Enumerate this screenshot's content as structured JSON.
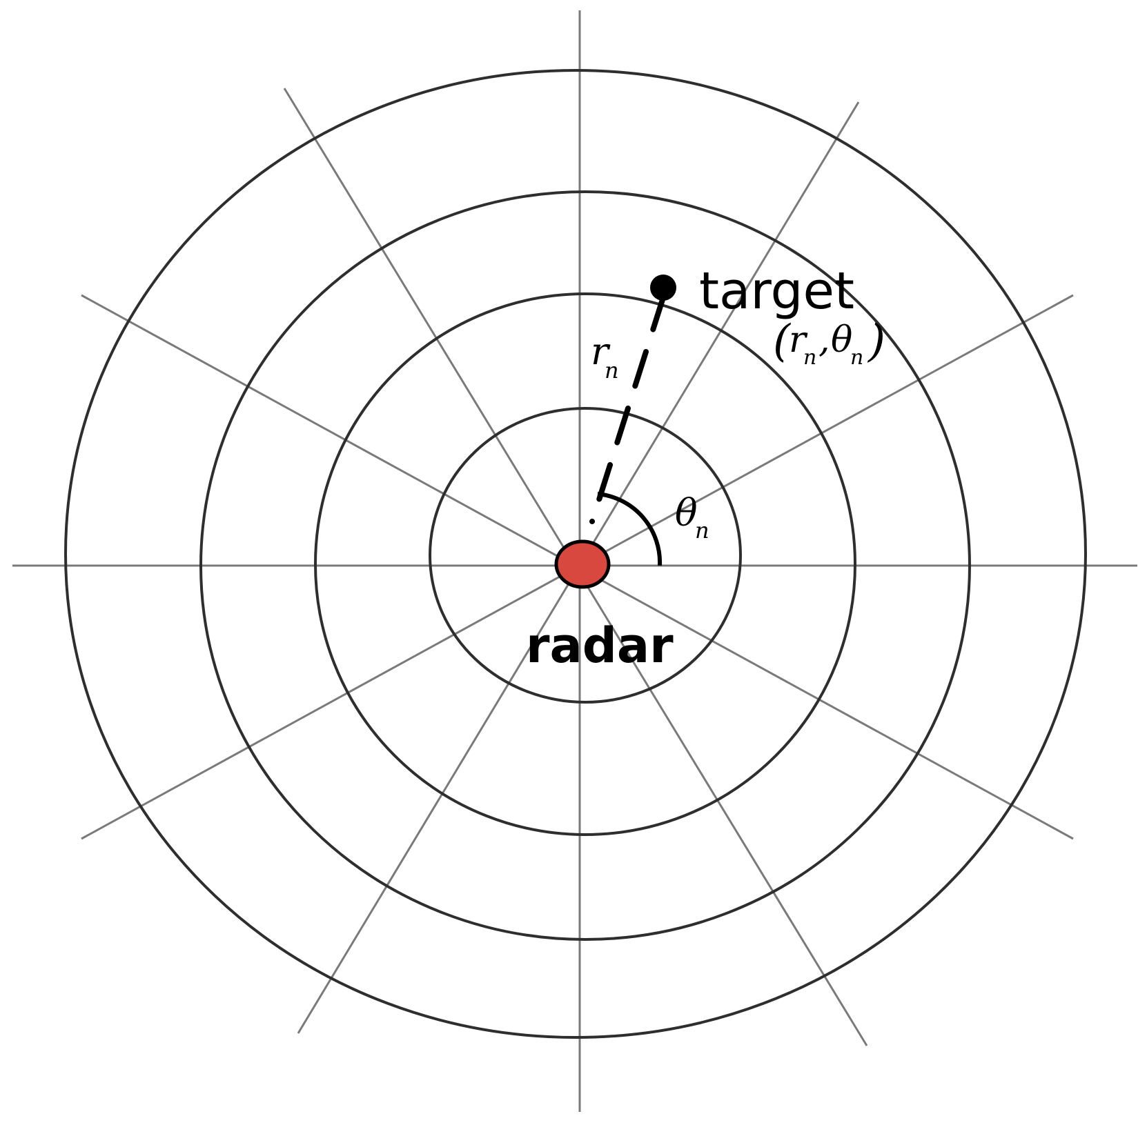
{
  "colors": {
    "ring": "#2e2e2e",
    "spoke": "#7a7a7a",
    "radar_fill": "#d9483f",
    "radar_stroke": "#000000",
    "target": "#000000",
    "text": "#000000"
  },
  "labels": {
    "target": "target",
    "radar": "radar",
    "range_symbol": "r",
    "range_subscript": "n",
    "angle_symbol": "θ",
    "angle_subscript": "n",
    "coord_open": "(",
    "coord_r": "r",
    "coord_r_sub": "n",
    "coord_comma": ",",
    "coord_theta": "θ",
    "coord_theta_sub": "n",
    "coord_close": ")"
  },
  "diagram": {
    "ring_count": 4,
    "spoke_count": 12
  }
}
